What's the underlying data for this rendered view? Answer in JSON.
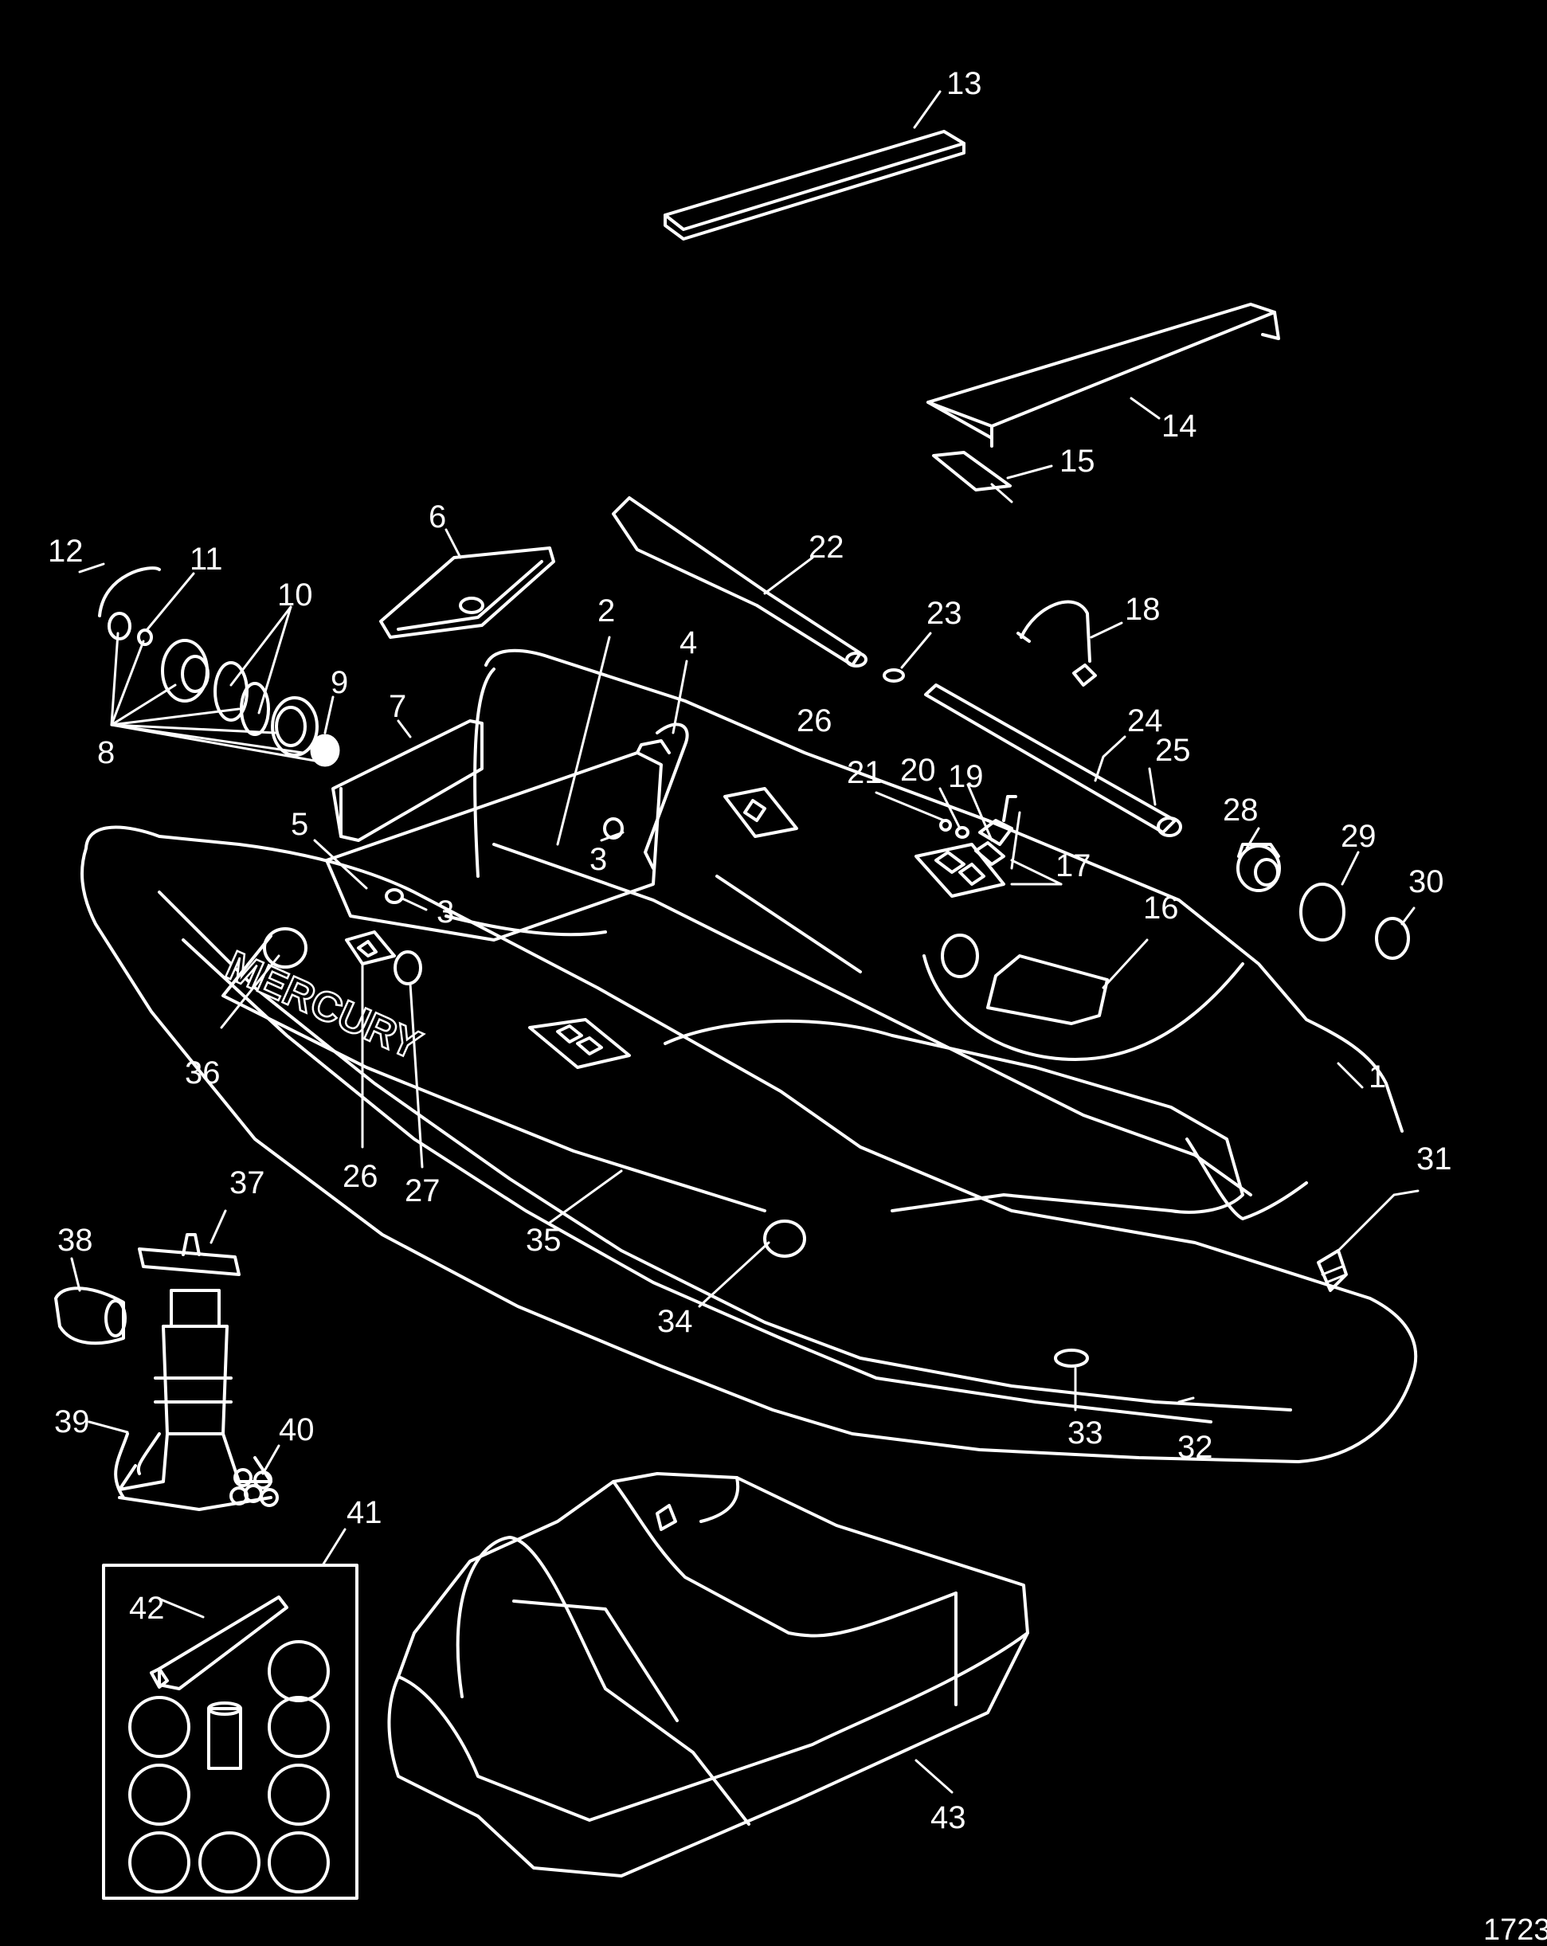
{
  "figure_number": "1723",
  "brand_text": "MERCURY",
  "callouts": [
    "1",
    "2",
    "3",
    "4",
    "5",
    "6",
    "7",
    "8",
    "9",
    "10",
    "11",
    "12",
    "13",
    "14",
    "15",
    "16",
    "17",
    "18",
    "19",
    "20",
    "21",
    "22",
    "23",
    "24",
    "25",
    "26",
    "27",
    "28",
    "29",
    "30",
    "31",
    "32",
    "33",
    "34",
    "35",
    "36",
    "37",
    "38",
    "39",
    "40",
    "41",
    "42",
    "43"
  ],
  "parts": [
    "inflatable-boat-hull",
    "floor-section",
    "floor-plug",
    "floor-stringer",
    "floor-edge",
    "seat-bag",
    "floor-board",
    "valve-assembly",
    "valve-cap",
    "o-ring",
    "valve-insert",
    "valve-tether",
    "seat",
    "transom-board",
    "transom-bracket",
    "carry-handle",
    "oar-lock",
    "oar-lock-body",
    "safety-line",
    "oar-pin",
    "oar-clip",
    "oar-blade",
    "oar-sleeve",
    "oar-shaft",
    "oar-grip",
    "oar-holder",
    "valve-patch",
    "drain-plug",
    "drain-ring",
    "drain-cap",
    "logo-decal",
    "rub-strake",
    "tow-ring",
    "lifeline-ring",
    "lifeline",
    "name-decal",
    "foot-pump",
    "pump-adapter",
    "pump-hose",
    "adapter-set",
    "repair-kit",
    "adhesive-tube",
    "storage-bag"
  ],
  "colors": {
    "background": "#000000",
    "line": "#ffffff"
  }
}
